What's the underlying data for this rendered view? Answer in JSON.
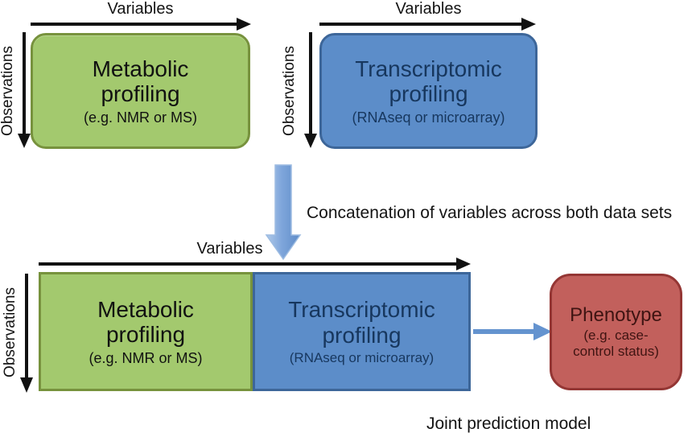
{
  "labels": {
    "variables_top_left": "Variables",
    "variables_top_right": "Variables",
    "variables_bottom": "Variables",
    "observations_top_left": "Observations",
    "observations_top_right": "Observations",
    "observations_bottom": "Observations",
    "concatenation": "Concatenation of variables across both data sets",
    "caption": "Joint prediction model"
  },
  "boxes": {
    "metabolic": {
      "title": "Metabolic profiling",
      "subtitle": "(e.g. NMR or MS)"
    },
    "transcriptomic": {
      "title": "Transcriptomic profiling",
      "subtitle": "(RNAseq or microarray)"
    },
    "phenotype": {
      "title": "Phenotype",
      "subtitle": "(e.g. case-control status)"
    }
  },
  "colors": {
    "green_fill": "#A3C96E",
    "green_border": "#77923D",
    "blue_fill": "#5C8DC9",
    "blue_border": "#3D6699",
    "red_fill": "#C2605C",
    "red_border": "#943634",
    "blue_box_text": "#17375E",
    "red_box_text": "#3F1412",
    "black_arrow": "#111111",
    "blue_arrow": "#6493CF"
  }
}
